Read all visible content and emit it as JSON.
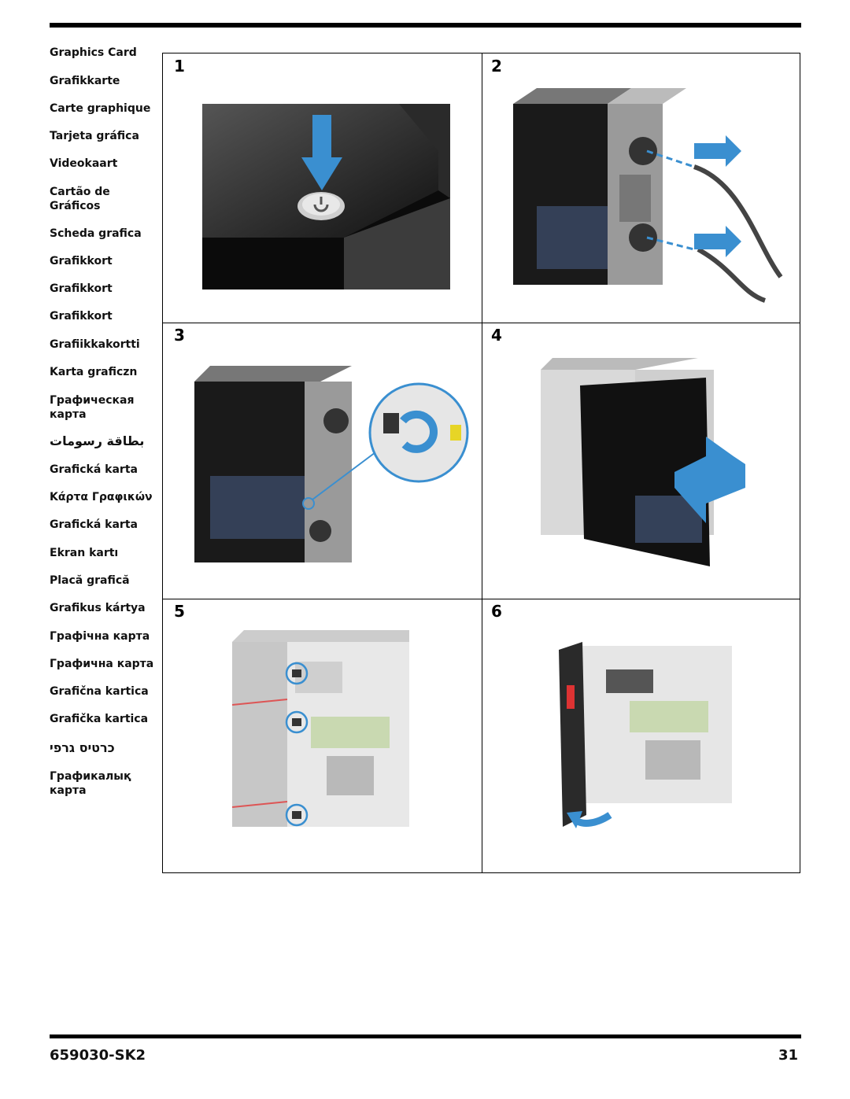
{
  "sidebar": {
    "items": [
      "Graphics Card",
      "Grafikkarte",
      "Carte graphique",
      "Tarjeta gráfica",
      "Videokaart",
      "Cartão de Gráficos",
      "Scheda grafica",
      "Grafikkort",
      "Grafikkort",
      "Grafikkort",
      "Grafiikkakortti",
      "Karta graficzn",
      "Графическая карта",
      "بطاقة رسومات",
      "Grafická karta",
      "Κάρτα Γραφικών",
      "Grafická karta",
      "Ekran kartı",
      "Placă grafică",
      "Grafikus kártya",
      "Графічна карта",
      "Графична карта",
      "Grafična kartica",
      "Grafička kartica",
      "כרטיס גרפי",
      "Графикалық карта"
    ]
  },
  "steps": [
    "1",
    "2",
    "3",
    "4",
    "5",
    "6"
  ],
  "footer": {
    "code": "659030-SK2",
    "page": "31"
  },
  "colors": {
    "arrow_blue": "#3a8fd0",
    "rule": "#000000"
  }
}
